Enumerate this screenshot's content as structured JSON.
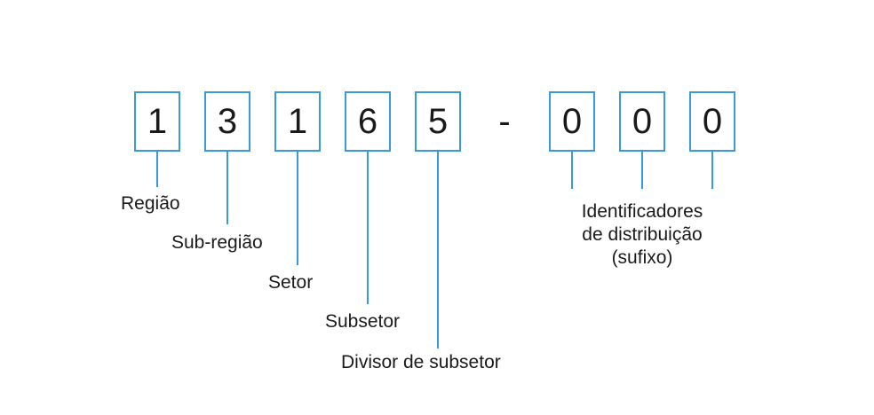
{
  "cep": {
    "prefix_digits": [
      "1",
      "3",
      "1",
      "6",
      "5"
    ],
    "separator": "-",
    "suffix_digits": [
      "0",
      "0",
      "0"
    ]
  },
  "labels": {
    "regiao": "Região",
    "sub_regiao": "Sub-região",
    "setor": "Setor",
    "subsetor": "Subsetor",
    "divisor_subsetor": "Divisor de subsetor",
    "identificadores": [
      "Identificadores",
      "de distribuição",
      "(sufixo)"
    ]
  },
  "colors": {
    "accent": "#3a9ad9",
    "text": "#1a1a1a"
  }
}
